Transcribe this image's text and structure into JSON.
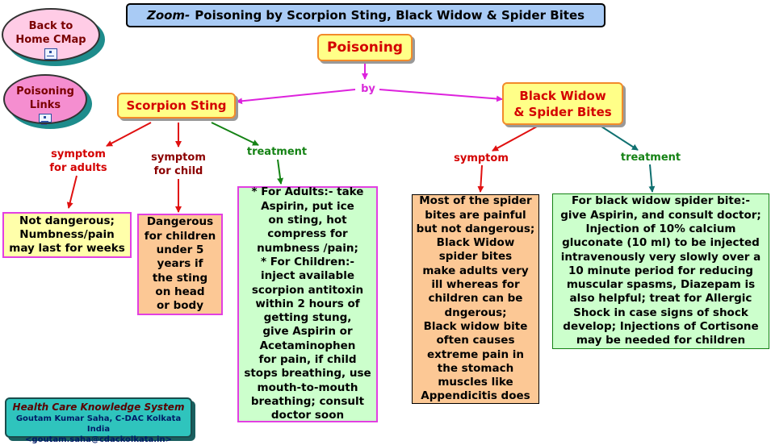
{
  "title": {
    "prefix": "Zoom-",
    "text": "Poisoning by Scorpion Sting, Black Widow & Spider Bites"
  },
  "nav": {
    "back_label_1": "Back to",
    "back_label_2": "Home CMap",
    "links_label_1": "Poisoning",
    "links_label_2": "Links"
  },
  "concepts": {
    "poisoning": "Poisoning",
    "scorpion": "Scorpion Sting",
    "spider_1": "Black Widow",
    "spider_2": "& Spider Bites"
  },
  "links": {
    "by": "by",
    "symptom_adults_1": "symptom",
    "symptom_adults_2": "for adults",
    "symptom_child_1": "symptom",
    "symptom_child_2": "for child",
    "treatment_scorpion": "treatment",
    "symptom_spider": "symptom",
    "treatment_spider": "treatment"
  },
  "boxes": {
    "adults": [
      "Not dangerous;",
      "Numbness/pain",
      "may last for weeks"
    ],
    "child": [
      "Dangerous",
      "for children",
      "under 5",
      "years if",
      "the sting",
      "on head",
      "or body"
    ],
    "scorpion_treatment": [
      "* For Adults:- take",
      "Aspirin, put ice",
      "on sting, hot",
      "compress for",
      "numbness /pain;",
      "* For Children:-",
      "inject available",
      "scorpion antitoxin",
      "within 2 hours of",
      "getting stung,",
      "give Aspirin or",
      "Acetaminophen",
      "for pain, if child",
      "stops breathing, use",
      "mouth-to-mouth",
      "breathing; consult",
      "doctor soon"
    ],
    "spider_symptom": [
      "Most of the spider",
      "bites are painful",
      "but not dangerous;",
      "Black Widow",
      "spider bites",
      "make adults very",
      "ill whereas for",
      "children can be",
      "dngerous;",
      "Black widow bite",
      "often causes",
      "extreme pain in",
      "the stomach",
      "muscles like",
      "Appendicitis does"
    ],
    "spider_treatment": [
      "For black widow spider bite:-",
      "give Aspirin, and consult doctor;",
      "Injection of 10% calcium",
      "gluconate (10 ml) to be injected",
      "intravenously very slowly over a",
      "10 minute period for reducing",
      "muscular spasms, Diazepam is",
      "also helpful;  treat for Allergic",
      "Shock in case signs of shock",
      "develop; Injections of Cortisone",
      "may be needed for children"
    ]
  },
  "credit": {
    "title": "Health Care Knowledge System",
    "line1": "Goutam Kumar Saha, C-DAC Kolkata India",
    "line2": "<goutam.saha@cdackolkata.in>"
  },
  "colors": {
    "concept_fill": "#ffff88",
    "concept_border": "#f28b2a",
    "arrow_red": "#e01010",
    "arrow_green": "#148214",
    "arrow_teal": "#107070",
    "arrow_magenta": "#dd22dd",
    "title_bg": "#a9cbf5"
  }
}
